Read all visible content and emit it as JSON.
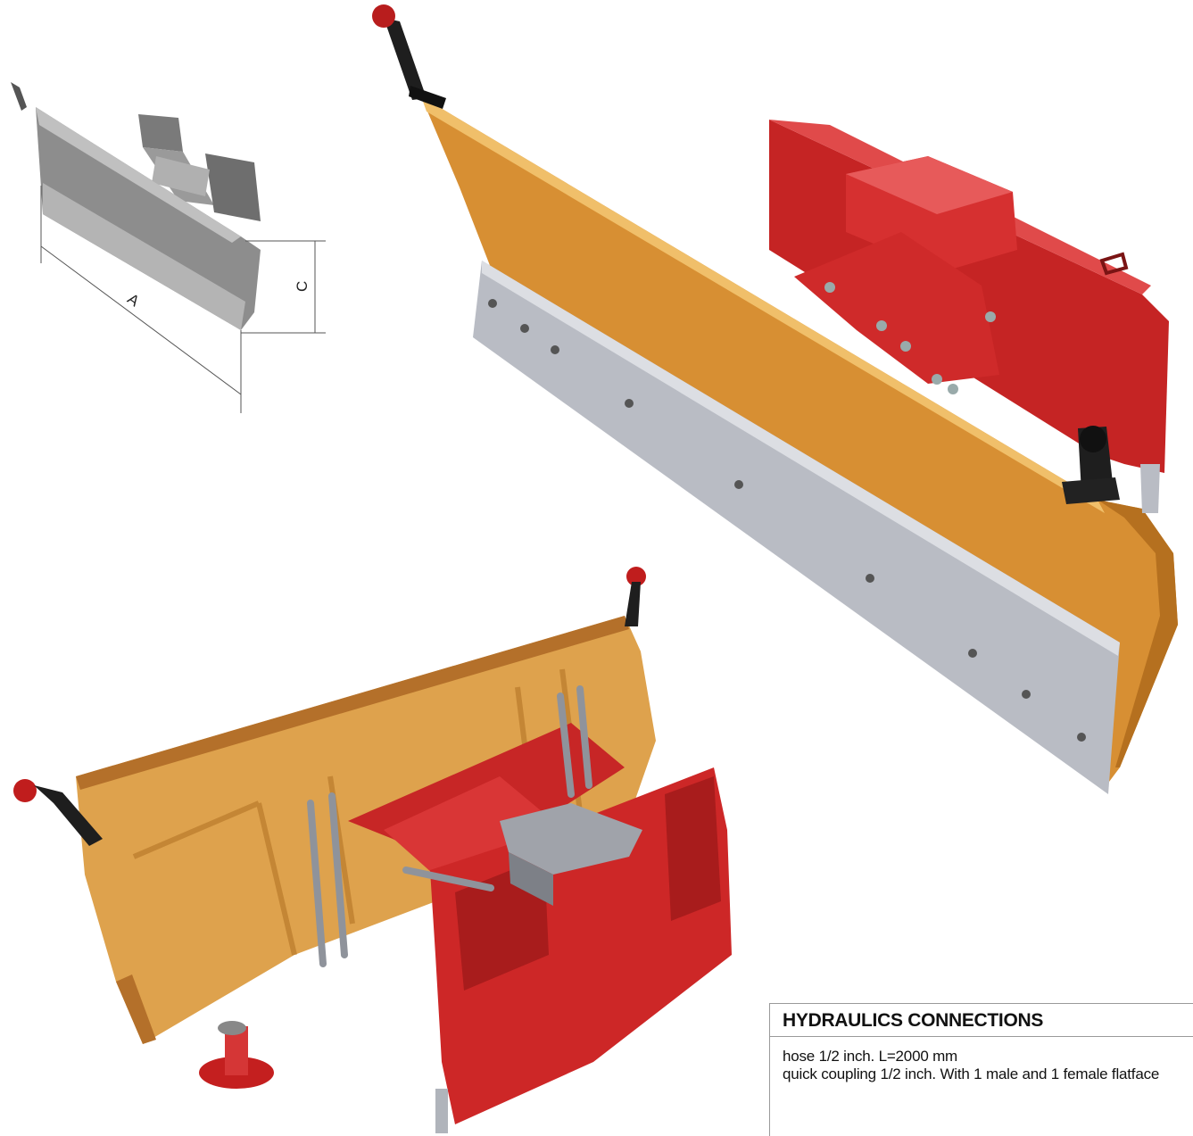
{
  "dimension_labels": {
    "width": "A",
    "height": "C"
  },
  "hydraulics": {
    "title": "HYDRAULICS CONNECTIONS",
    "lines": [
      "hose 1/2 inch. L=2000 mm",
      "quick coupling 1/2 inch. With 1 male and 1 female flatface"
    ]
  },
  "colors": {
    "blade": "#e1a14a",
    "frame": "#d22a2a",
    "cutting_edge": "#b9bcc4",
    "diagram": "#8a8a8a"
  }
}
